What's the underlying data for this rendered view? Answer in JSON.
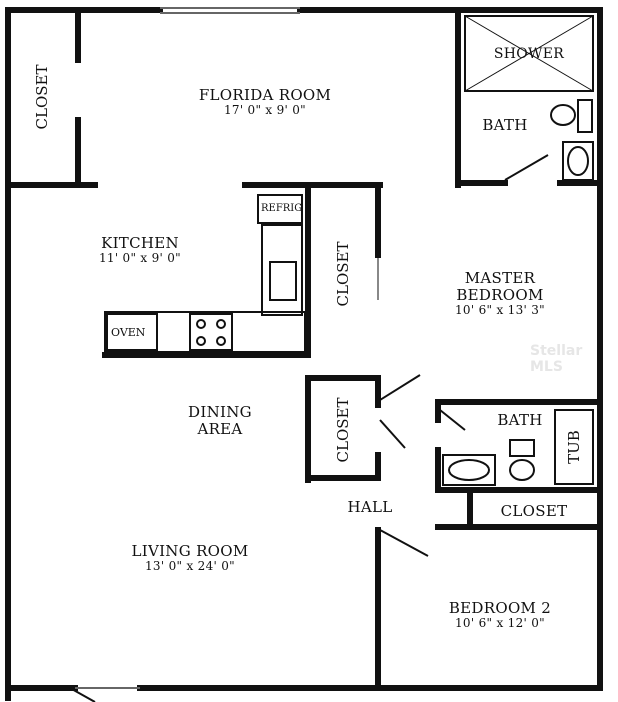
{
  "rooms": {
    "florida_room": {
      "name": "FLORIDA ROOM",
      "size": "17' 0\" x 9' 0\""
    },
    "kitchen": {
      "name": "KITCHEN",
      "size": "11' 0\" x 9' 0\""
    },
    "master_bedroom": {
      "name": "MASTER BEDROOM",
      "size": "10' 6\" x 13' 3\""
    },
    "dining_area": {
      "name": "DINING AREA"
    },
    "living_room": {
      "name": "LIVING ROOM",
      "size": "13' 0\" x 24' 0\""
    },
    "bedroom_2": {
      "name": "BEDROOM 2",
      "size": "10' 6\" x 12' 0\""
    },
    "hall": {
      "name": "HALL"
    },
    "bath_master": {
      "name": "BATH"
    },
    "bath_2": {
      "name": "BATH"
    }
  },
  "fixtures": {
    "shower": "SHOWER",
    "refrig": "REFRIG",
    "oven": "OVEN",
    "tub": "TUB",
    "closet": "CLOSET"
  },
  "watermark": "Stellar MLS",
  "colors": {
    "wall": "#111111",
    "background": "#ffffff"
  }
}
